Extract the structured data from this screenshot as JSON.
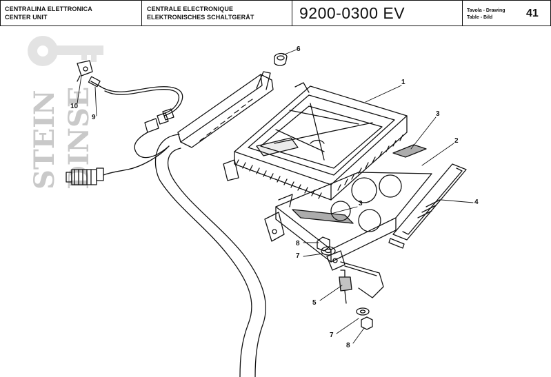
{
  "header": {
    "title_it": "CENTRALINA ELETTRONICA",
    "title_en": "CENTER UNIT",
    "title_fr": "CENTRALE ELECTRONIQUE",
    "title_de": "ELEKTRONISCHES SCHALTGERÄT",
    "part_code": "9200-0300 EV",
    "table_label_1": "Tavola - Drawing",
    "table_label_2": "Table - Bild",
    "page_number": "41"
  },
  "watermark": {
    "line1": "STEIN",
    "line2": "DINSE"
  },
  "callouts": {
    "c1": "1",
    "c2": "2",
    "c3a": "3",
    "c3b": "3",
    "c4": "4",
    "c5": "5",
    "c6": "6",
    "c7a": "7",
    "c7b": "7",
    "c8a": "8",
    "c8b": "8",
    "c9": "9",
    "c10": "10"
  }
}
